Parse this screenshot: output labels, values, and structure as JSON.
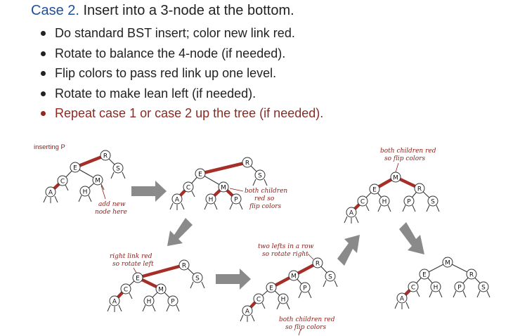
{
  "title": {
    "case": "Case 2.",
    "rest": "Insert into a 3-node at the bottom."
  },
  "bullets": [
    "Do standard BST insert; color new link red.",
    "Rotate to balance the 4-node (if needed).",
    "Flip colors to pass red link up one level.",
    "Rotate to make lean left (if needed).",
    "Repeat case 1 or case 2 up the tree (if needed)."
  ],
  "colors": {
    "title": "#1f4f9e",
    "text": "#222222",
    "emphasis": "#8c2a22",
    "red_link": "#a52f28",
    "annotation": "#8c1e18",
    "arrow": "#8a8a8a"
  },
  "diagram": {
    "stage_label": "inserting P",
    "annotations": {
      "add_new_node": [
        "add new",
        "node here"
      ],
      "both_children_red_so_flip": [
        "both children",
        "red so",
        "flip colors"
      ],
      "right_link_red_rotate_left": [
        "right link red",
        "so rotate left"
      ],
      "two_lefts_rotate_right": [
        "two lefts in a row",
        "so rotate right"
      ],
      "both_children_red_flip_bottom": [
        "both children red",
        "so flip colors"
      ],
      "both_children_red_flip_top": [
        "both children red",
        "so flip colors"
      ]
    },
    "trees": [
      {
        "name": "tree-1-inserting-p",
        "nodes": [
          "R",
          "S",
          "E",
          "C",
          "M",
          "A",
          "H"
        ],
        "red_links": [
          [
            "E",
            "R"
          ],
          [
            "A",
            "C"
          ]
        ]
      },
      {
        "name": "tree-2-after-insert",
        "nodes": [
          "R",
          "S",
          "E",
          "C",
          "M",
          "A",
          "H",
          "P"
        ],
        "red_links": [
          [
            "E",
            "R"
          ],
          [
            "A",
            "C"
          ],
          [
            "M",
            "H"
          ],
          [
            "M",
            "P"
          ]
        ]
      },
      {
        "name": "tree-3-after-flip",
        "nodes": [
          "R",
          "S",
          "E",
          "C",
          "M",
          "A",
          "H",
          "P"
        ],
        "red_links": [
          [
            "E",
            "R"
          ],
          [
            "A",
            "C"
          ],
          [
            "E",
            "M"
          ]
        ]
      },
      {
        "name": "tree-4-after-rotate-left",
        "nodes": [
          "R",
          "S",
          "M",
          "E",
          "P",
          "C",
          "H",
          "A"
        ],
        "red_links": [
          [
            "M",
            "R"
          ],
          [
            "E",
            "M"
          ],
          [
            "A",
            "C"
          ]
        ]
      },
      {
        "name": "tree-5-after-rotate-right",
        "nodes": [
          "M",
          "E",
          "R",
          "C",
          "H",
          "P",
          "S",
          "A"
        ],
        "red_links": [
          [
            "E",
            "M"
          ],
          [
            "M",
            "R"
          ],
          [
            "A",
            "C"
          ]
        ]
      },
      {
        "name": "tree-6-final",
        "nodes": [
          "M",
          "E",
          "R",
          "C",
          "H",
          "P",
          "S",
          "A"
        ],
        "red_links": [
          [
            "A",
            "C"
          ]
        ]
      }
    ]
  }
}
